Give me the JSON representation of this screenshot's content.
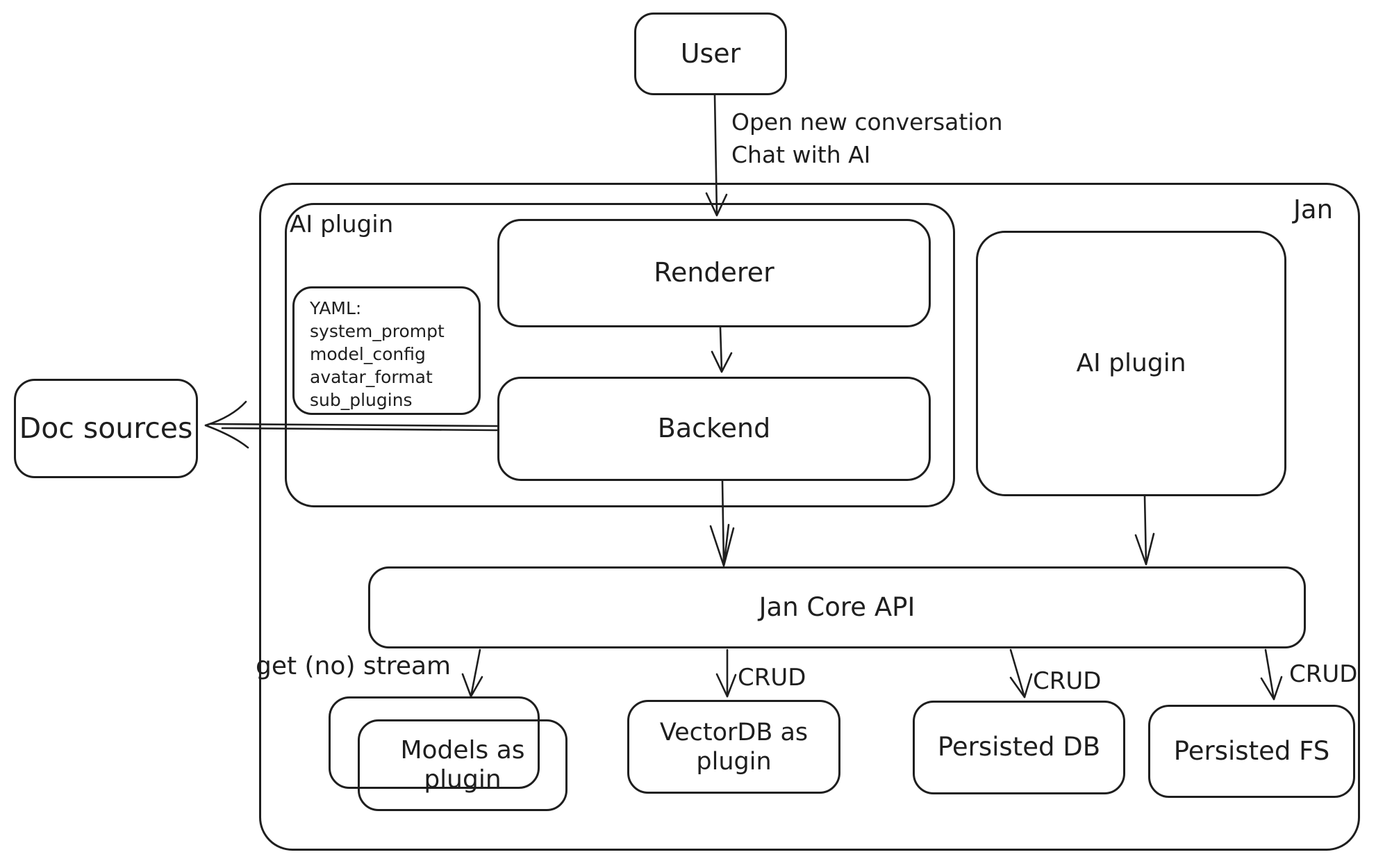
{
  "diagram": {
    "colors": {
      "stroke": "#1e1e1e",
      "background": "#ffffff"
    },
    "nodes": {
      "user": {
        "label": "User"
      },
      "jan_container": {
        "label": "Jan"
      },
      "ai_plugin_group": {
        "label": "AI plugin"
      },
      "renderer": {
        "label": "Renderer"
      },
      "backend": {
        "label": "Backend"
      },
      "yaml_note": {
        "lines": [
          "YAML:",
          "system_prompt",
          "model_config",
          "avatar_format",
          "sub_plugins"
        ]
      },
      "ai_plugin_right": {
        "label": "AI plugin"
      },
      "doc_sources": {
        "label": "Doc sources"
      },
      "jan_core_api": {
        "label": "Jan Core API"
      },
      "models_as_plugin": {
        "lines": [
          "Models as",
          "plugin"
        ]
      },
      "vectordb_as_plugin": {
        "lines": [
          "VectorDB as",
          "plugin"
        ]
      },
      "persisted_db": {
        "label": "Persisted DB"
      },
      "persisted_fs": {
        "label": "Persisted FS"
      }
    },
    "edge_labels": {
      "user_to_renderer": {
        "lines": [
          "Open new conversation",
          "Chat with AI"
        ]
      },
      "core_to_models": {
        "label": "get (no) stream"
      },
      "core_to_vectordb": {
        "label": "CRUD"
      },
      "core_to_persisted_db": {
        "label": "CRUD"
      },
      "core_to_persisted_fs": {
        "label": "CRUD"
      }
    }
  }
}
